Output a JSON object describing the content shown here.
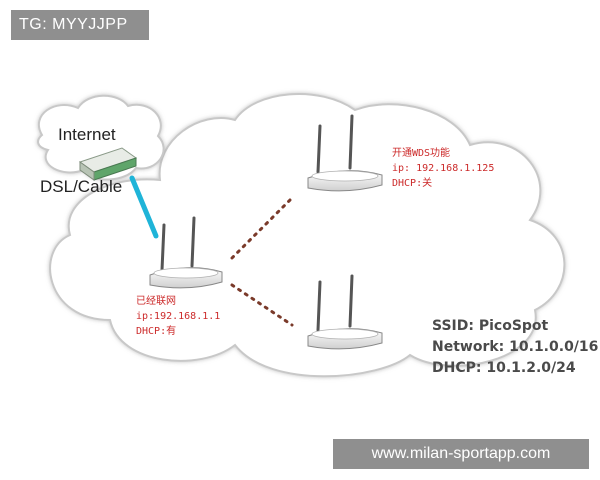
{
  "tag": "TG: MYYJJPP",
  "watermark_url": "www.milan-sportapp.com",
  "internet_cloud": {
    "label": "Internet",
    "modem_label": "DSL/Cable"
  },
  "routers": {
    "main": {
      "name": "已经联网",
      "ip": "ip:192.168.1.1",
      "dhcp": "DHCP:有"
    },
    "wds": {
      "name": "开通WDS功能",
      "ip": "ip: 192.168.1.125",
      "dhcp": "DHCP:关"
    },
    "picospot": {
      "ssid": "SSID: PicoSpot",
      "network": "Network: 10.1.0.0/16",
      "dhcp": "DHCP: 10.1.2.0/24"
    }
  },
  "colors": {
    "cable": "#1fb4d8",
    "cloud_stroke": "#c8c8c8",
    "link_dots": "#7a3a2a",
    "note_text": "#cc2a2a"
  }
}
